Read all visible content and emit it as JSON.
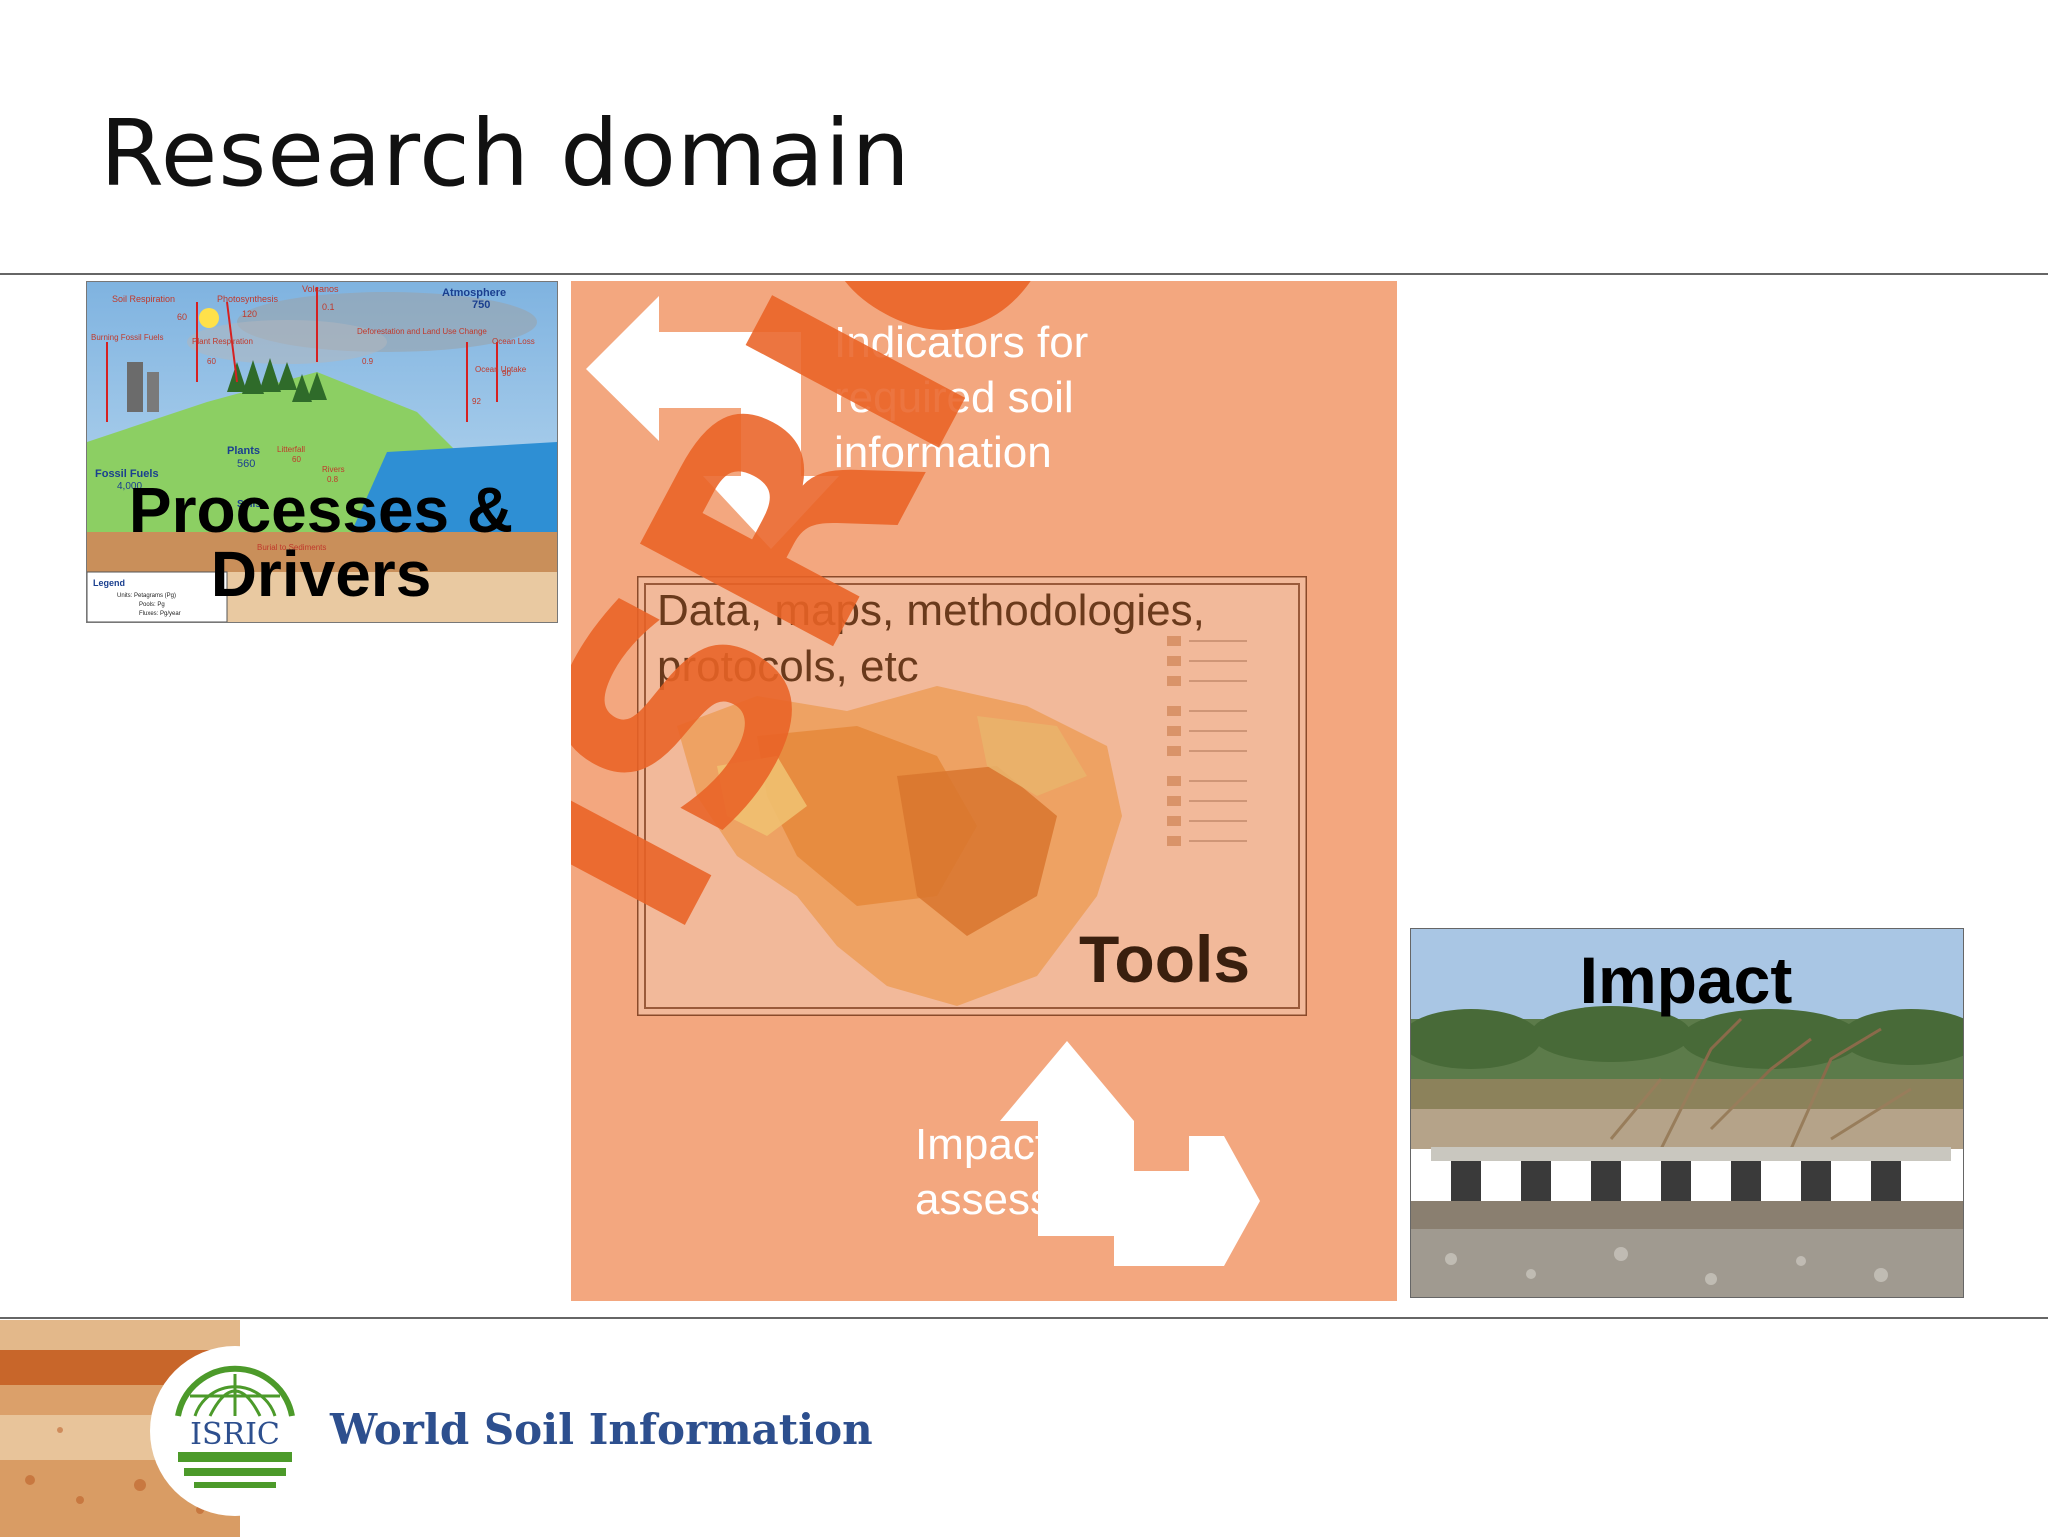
{
  "slide": {
    "title": "Research domain"
  },
  "processes": {
    "label": "Processes & Drivers",
    "diagram": {
      "atmosphere_label": "Atmosphere",
      "atmosphere_value": "750",
      "soil_respiration": "Soil Respiration",
      "soil_respiration_value": "60",
      "photosynthesis": "Photosynthesis",
      "photosynthesis_value": "120",
      "volcanos": "Volcanos",
      "volcanos_value": "0.1",
      "burning": "Burning Fossil Fuels",
      "plant_respiration": "Plant Respiration",
      "plant_respiration_value": "60",
      "deforestation": "Deforestation and Land Use Change",
      "deforestation_value": "0.9",
      "ocean_loss": "Ocean Loss",
      "ocean_loss_value": "90",
      "ocean_uptake": "Ocean Uptake",
      "ocean_uptake_value": "92",
      "plants": "Plants",
      "plants_value": "560",
      "litterfall": "Litterfall",
      "litterfall_value": "60",
      "rivers": "Rivers",
      "rivers_value": "0.8",
      "fossil_fuels": "Fossil Fuels",
      "fossil_fuels_value": "4,000",
      "soils": "Soils",
      "burial": "Burial to Sediments",
      "legend_title": "Legend",
      "legend_units": "Units: Petagrams (Pg)",
      "legend_pools": "Pools: Pg",
      "legend_fluxes": "Fluxes: Pg/year"
    }
  },
  "tools_panel": {
    "indicators": "Indicators for required soil information",
    "data": "Data, maps, methodologies, protocols, etc",
    "tools": "Tools",
    "impact_assessments": "Impact assessments",
    "watermark": "ISRIC"
  },
  "impact": {
    "label": "Impact"
  },
  "footer": {
    "logo_text": "ISRIC",
    "org_name": "World Soil Information"
  },
  "colors": {
    "panel": "#f3a77f",
    "watermark": "#ea6326",
    "arrows": "#ffffff",
    "org_name": "#2d4f8e",
    "logo_green": "#4c9a2a"
  }
}
